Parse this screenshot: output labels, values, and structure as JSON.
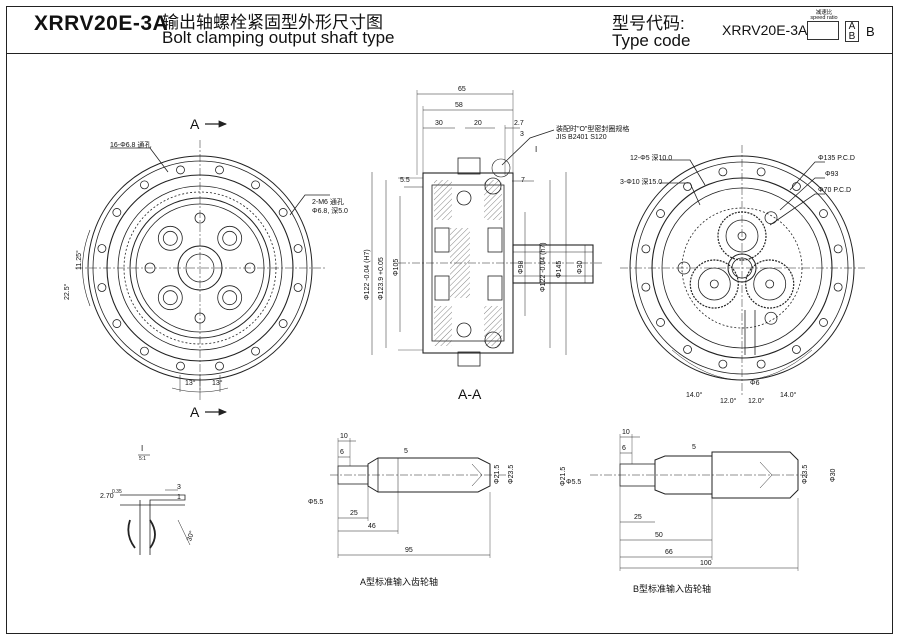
{
  "header": {
    "model": "XRRV20E-3A",
    "title_cn": "输出轴螺栓紧固型外形尺寸图",
    "title_en": "Bolt clamping output shaft type",
    "type_code_cn": "型号代码:",
    "type_code_en": "Type code",
    "type_code_value": "XRRV20E-3A",
    "ratio_label": "减速比 speed ratio",
    "ab_top": "A",
    "ab_bottom": "B",
    "ab_suffix": "B"
  },
  "left_view": {
    "section_top": "A",
    "section_bottom": "A",
    "holes_label": "16-Φ6.8 通孔",
    "m6_label_1": "2-M6 通孔",
    "m6_label_2": "Φ6.8, 深5.0",
    "ang_1": "13°",
    "ang_2": "13°",
    "r_1": "11.25°",
    "r_2": "22.5°"
  },
  "center_view": {
    "section_name": "A-A",
    "d65": "65",
    "d58": "58",
    "d30": "30",
    "d20": "20",
    "d2_7": "2.7",
    "d3": "3",
    "d5_5": "5.5",
    "d7": "7",
    "oring_1": "装配时\"O\"型密封圈规格",
    "oring_2": "JIS B2401 S120",
    "detail_i": "I",
    "phi_left_1": "Φ122 -0.04 (H7)",
    "phi_left_2": "Φ123.9 +0.05",
    "phi_105": "Φ105",
    "phi_98": "Φ98",
    "phi_right_1": "Φ122 -0.04 (h7)",
    "phi_145": "Φ145",
    "phi_30": "Φ30"
  },
  "right_view": {
    "l1": "12-Φ5 深10.0",
    "l2": "3-Φ10 深15.0",
    "l3": "Φ135 P.C.D",
    "l4": "Φ93",
    "l5": "Φ70 P.C.D",
    "a1": "14.0°",
    "a2": "12.0°",
    "a3": "12.0°",
    "a4": "14.0°",
    "phi6": "Φ6"
  },
  "detail": {
    "title": "I",
    "scale": "5:1",
    "d1": "0.35",
    "d2": "2.70",
    "d3": "3",
    "d4": "1",
    "ang": "30°"
  },
  "shaft_a": {
    "caption": "A型标准输入齿轮轴",
    "d10": "10",
    "d6": "6",
    "d25": "25",
    "d46": "46",
    "d95": "95",
    "phi5_5": "Φ5.5",
    "phi21_5": "Φ21.5",
    "phi23_5": "Φ23.5",
    "s5": "5"
  },
  "shaft_b": {
    "caption": "B型标准输入齿轮轴",
    "d10": "10",
    "d6": "6",
    "d25": "25",
    "d50": "50",
    "d66": "66",
    "d100": "100",
    "phi21_5": "Φ21.5",
    "phi5_5": "Φ5.5",
    "phi23_5": "Φ23.5",
    "phi30": "Φ30",
    "s5": "5"
  }
}
